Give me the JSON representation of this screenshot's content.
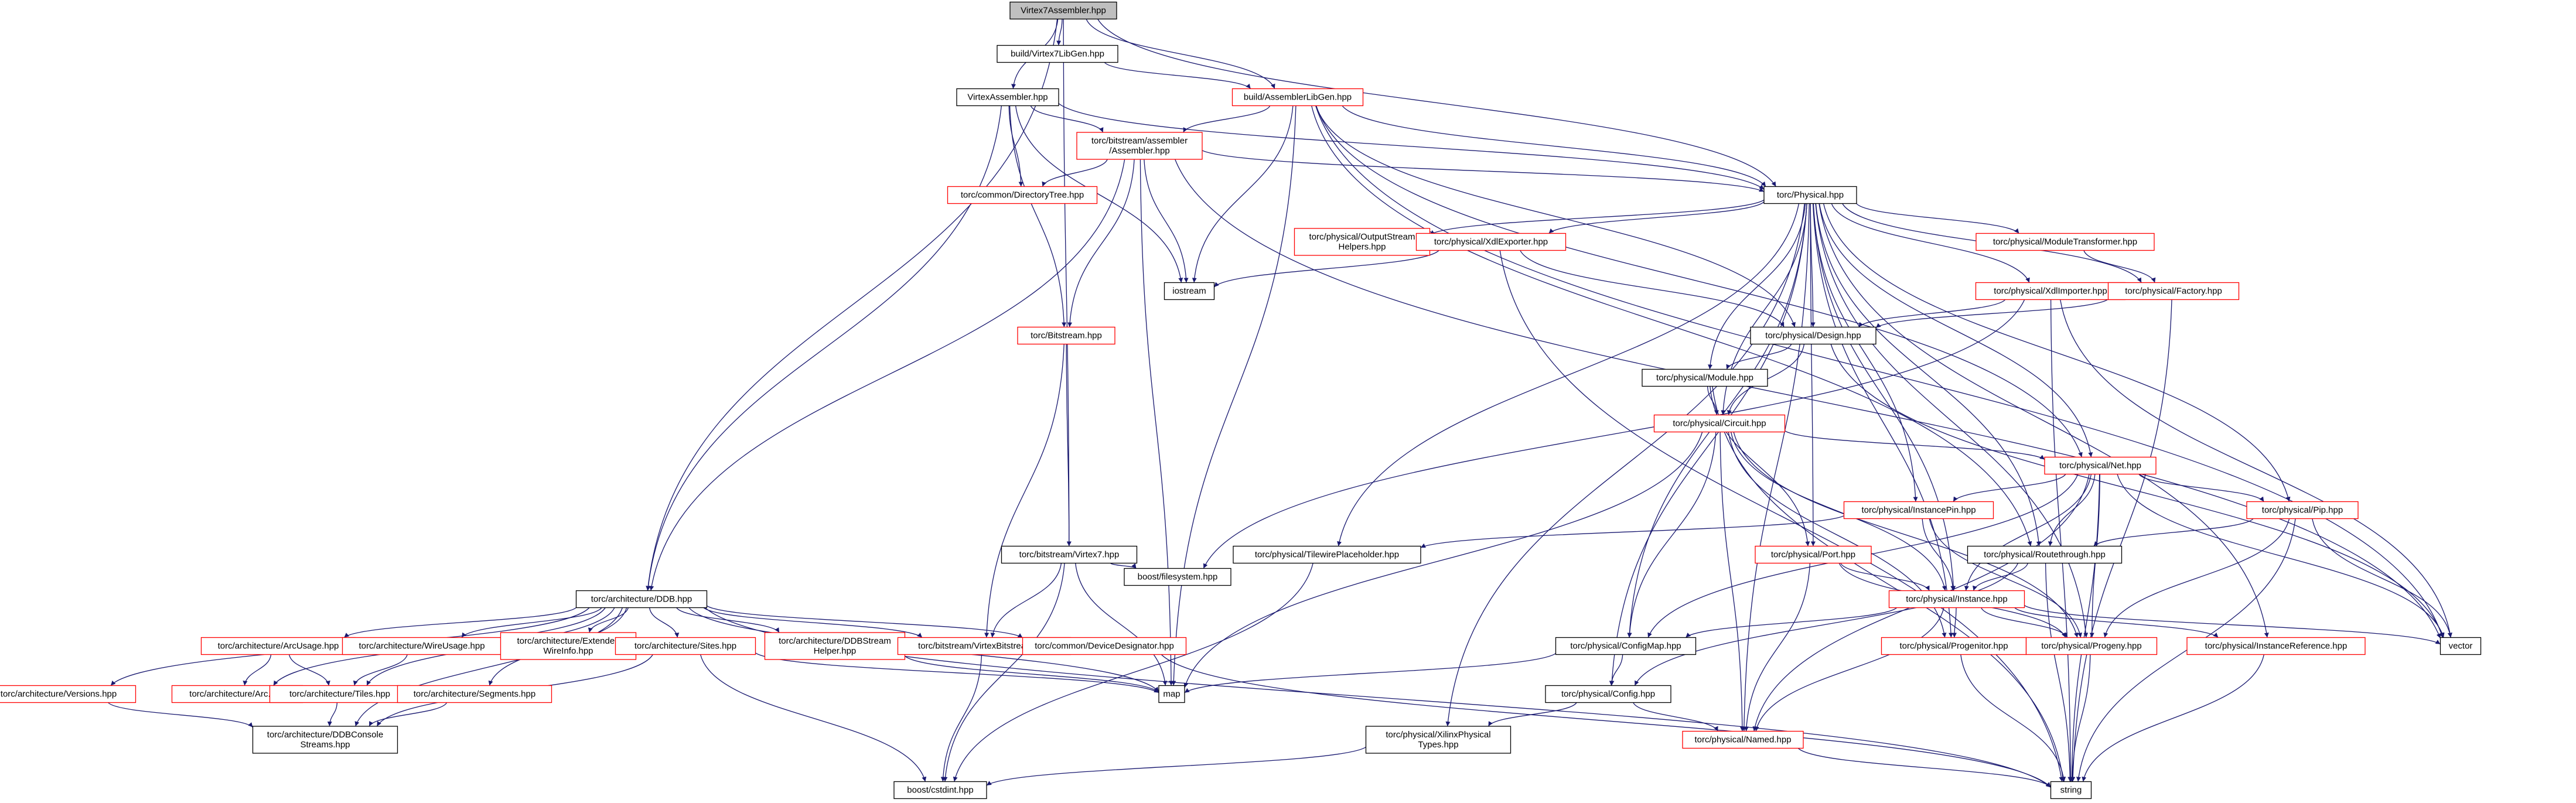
{
  "colors": {
    "edge": "#191970",
    "normal_border": "#000000",
    "missing_border": "#ff0000",
    "root_fill": "#bfbfbf",
    "node_fill": "#ffffff",
    "text": "#000000"
  },
  "nodes": {
    "root": {
      "label": [
        "Virtex7Assembler.hpp"
      ],
      "kind": "root"
    },
    "lib": {
      "label": [
        "build/Virtex7LibGen.hpp"
      ],
      "kind": "normal"
    },
    "alg": {
      "label": [
        "build/AssemblerLibGen.hpp"
      ],
      "kind": "missing"
    },
    "va": {
      "label": [
        "VirtexAssembler.hpp"
      ],
      "kind": "normal"
    },
    "asm": {
      "label": [
        "torc/bitstream/assembler",
        "/Assembler.hpp"
      ],
      "kind": "missing"
    },
    "dir": {
      "label": [
        "torc/common/DirectoryTree.hpp"
      ],
      "kind": "missing"
    },
    "ios": {
      "label": [
        "iostream"
      ],
      "kind": "normal"
    },
    "phy": {
      "label": [
        "torc/Physical.hpp"
      ],
      "kind": "normal"
    },
    "osh": {
      "label": [
        "torc/physical/OutputStream",
        "Helpers.hpp"
      ],
      "kind": "missing"
    },
    "xde": {
      "label": [
        "torc/physical/XdlExporter.hpp"
      ],
      "kind": "missing"
    },
    "mtr": {
      "label": [
        "torc/physical/ModuleTransformer.hpp"
      ],
      "kind": "missing"
    },
    "xdi": {
      "label": [
        "torc/physical/XdlImporter.hpp"
      ],
      "kind": "missing"
    },
    "fac": {
      "label": [
        "torc/physical/Factory.hpp"
      ],
      "kind": "missing"
    },
    "des": {
      "label": [
        "torc/physical/Design.hpp"
      ],
      "kind": "normal"
    },
    "bit": {
      "label": [
        "torc/Bitstream.hpp"
      ],
      "kind": "missing"
    },
    "mod": {
      "label": [
        "torc/physical/Module.hpp"
      ],
      "kind": "normal"
    },
    "cir": {
      "label": [
        "torc/physical/Circuit.hpp"
      ],
      "kind": "missing"
    },
    "net": {
      "label": [
        "torc/physical/Net.hpp"
      ],
      "kind": "missing"
    },
    "ipn": {
      "label": [
        "torc/physical/InstancePin.hpp"
      ],
      "kind": "missing"
    },
    "pip": {
      "label": [
        "torc/physical/Pip.hpp"
      ],
      "kind": "missing"
    },
    "tph": {
      "label": [
        "torc/physical/TilewirePlaceholder.hpp"
      ],
      "kind": "normal"
    },
    "bv7": {
      "label": [
        "torc/bitstream/Virtex7.hpp"
      ],
      "kind": "normal"
    },
    "bfs": {
      "label": [
        "boost/filesystem.hpp"
      ],
      "kind": "normal"
    },
    "prt": {
      "label": [
        "torc/physical/Port.hpp"
      ],
      "kind": "missing"
    },
    "rth": {
      "label": [
        "torc/physical/Routethrough.hpp"
      ],
      "kind": "normal"
    },
    "ddb": {
      "label": [
        "torc/architecture/DDB.hpp"
      ],
      "kind": "normal"
    },
    "ins": {
      "label": [
        "torc/physical/Instance.hpp"
      ],
      "kind": "missing"
    },
    "arc_u": {
      "label": [
        "torc/architecture/ArcUsage.hpp"
      ],
      "kind": "missing"
    },
    "wir_u": {
      "label": [
        "torc/architecture/WireUsage.hpp"
      ],
      "kind": "missing"
    },
    "ewi": {
      "label": [
        "torc/architecture/Extended",
        "WireInfo.hpp"
      ],
      "kind": "missing"
    },
    "sit": {
      "label": [
        "torc/architecture/Sites.hpp"
      ],
      "kind": "missing"
    },
    "dsh": {
      "label": [
        "torc/architecture/DDBStream",
        "Helper.hpp"
      ],
      "kind": "missing"
    },
    "vbs": {
      "label": [
        "torc/bitstream/VirtexBitstream.hpp"
      ],
      "kind": "missing"
    },
    "cdd": {
      "label": [
        "torc/common/DeviceDesignator.hpp"
      ],
      "kind": "missing"
    },
    "vec": {
      "label": [
        "vector"
      ],
      "kind": "normal"
    },
    "cfm": {
      "label": [
        "torc/physical/ConfigMap.hpp"
      ],
      "kind": "normal"
    },
    "prg": {
      "label": [
        "torc/physical/Progenitor.hpp"
      ],
      "kind": "missing"
    },
    "pgy": {
      "label": [
        "torc/physical/Progeny.hpp"
      ],
      "kind": "missing"
    },
    "iref": {
      "label": [
        "torc/physical/InstanceReference.hpp"
      ],
      "kind": "missing"
    },
    "ver": {
      "label": [
        "torc/architecture/Versions.hpp"
      ],
      "kind": "missing"
    },
    "arc": {
      "label": [
        "torc/architecture/Arc.hpp"
      ],
      "kind": "missing"
    },
    "til": {
      "label": [
        "torc/architecture/Tiles.hpp"
      ],
      "kind": "missing"
    },
    "seg": {
      "label": [
        "torc/architecture/Segments.hpp"
      ],
      "kind": "missing"
    },
    "map": {
      "label": [
        "map"
      ],
      "kind": "normal"
    },
    "cfg": {
      "label": [
        "torc/physical/Config.hpp"
      ],
      "kind": "normal"
    },
    "dcs": {
      "label": [
        "torc/architecture/DDBConsole",
        "Streams.hpp"
      ],
      "kind": "normal"
    },
    "xpt": {
      "label": [
        "torc/physical/XilinxPhysical",
        "Types.hpp"
      ],
      "kind": "normal"
    },
    "nam": {
      "label": [
        "torc/physical/Named.hpp"
      ],
      "kind": "missing"
    },
    "cst": {
      "label": [
        "boost/cstdint.hpp"
      ],
      "kind": "normal"
    },
    "str": {
      "label": [
        "string"
      ],
      "kind": "normal"
    }
  },
  "edges": [
    [
      "root",
      "lib"
    ],
    [
      "root",
      "alg"
    ],
    [
      "root",
      "va"
    ],
    [
      "root",
      "ddb"
    ],
    [
      "root",
      "bv7"
    ],
    [
      "root",
      "phy"
    ],
    [
      "lib",
      "alg"
    ],
    [
      "alg",
      "asm"
    ],
    [
      "alg",
      "ios"
    ],
    [
      "alg",
      "map"
    ],
    [
      "alg",
      "phy"
    ],
    [
      "alg",
      "des"
    ],
    [
      "alg",
      "net"
    ],
    [
      "alg",
      "rth"
    ],
    [
      "alg",
      "vec"
    ],
    [
      "va",
      "asm"
    ],
    [
      "va",
      "dir"
    ],
    [
      "va",
      "ios"
    ],
    [
      "va",
      "bit"
    ],
    [
      "va",
      "ddb"
    ],
    [
      "va",
      "phy"
    ],
    [
      "asm",
      "dir"
    ],
    [
      "asm",
      "ios"
    ],
    [
      "asm",
      "bit"
    ],
    [
      "asm",
      "ddb"
    ],
    [
      "asm",
      "map"
    ],
    [
      "asm",
      "phy"
    ],
    [
      "asm",
      "vec"
    ],
    [
      "phy",
      "osh"
    ],
    [
      "phy",
      "xde"
    ],
    [
      "phy",
      "mtr"
    ],
    [
      "phy",
      "xdi"
    ],
    [
      "phy",
      "fac"
    ],
    [
      "phy",
      "des"
    ],
    [
      "phy",
      "mod"
    ],
    [
      "phy",
      "cir"
    ],
    [
      "phy",
      "net"
    ],
    [
      "phy",
      "ipn"
    ],
    [
      "phy",
      "pip"
    ],
    [
      "phy",
      "tph"
    ],
    [
      "phy",
      "prt"
    ],
    [
      "phy",
      "rth"
    ],
    [
      "phy",
      "ins"
    ],
    [
      "phy",
      "cfm"
    ],
    [
      "phy",
      "prg"
    ],
    [
      "phy",
      "pgy"
    ],
    [
      "phy",
      "iref"
    ],
    [
      "phy",
      "cfg"
    ],
    [
      "phy",
      "xpt"
    ],
    [
      "phy",
      "nam"
    ],
    [
      "xde",
      "ios"
    ],
    [
      "xde",
      "des"
    ],
    [
      "xde",
      "str"
    ],
    [
      "mtr",
      "fac"
    ],
    [
      "xdi",
      "des"
    ],
    [
      "xdi",
      "bfs"
    ],
    [
      "xdi",
      "vec"
    ],
    [
      "xdi",
      "str"
    ],
    [
      "fac",
      "des"
    ],
    [
      "fac",
      "str"
    ],
    [
      "des",
      "mod"
    ],
    [
      "des",
      "cir"
    ],
    [
      "des",
      "vec"
    ],
    [
      "mod",
      "cir"
    ],
    [
      "mod",
      "prt"
    ],
    [
      "mod",
      "str"
    ],
    [
      "cir",
      "net"
    ],
    [
      "cir",
      "ins"
    ],
    [
      "cir",
      "map"
    ],
    [
      "cir",
      "cfm"
    ],
    [
      "cir",
      "pgy"
    ],
    [
      "cir",
      "prg"
    ],
    [
      "cir",
      "nam"
    ],
    [
      "net",
      "ipn"
    ],
    [
      "net",
      "pip"
    ],
    [
      "net",
      "rth"
    ],
    [
      "net",
      "ins"
    ],
    [
      "net",
      "cfm"
    ],
    [
      "net",
      "pgy"
    ],
    [
      "net",
      "nam"
    ],
    [
      "net",
      "str"
    ],
    [
      "net",
      "vec"
    ],
    [
      "ipn",
      "ins"
    ],
    [
      "ipn",
      "tph"
    ],
    [
      "ipn",
      "pgy"
    ],
    [
      "pip",
      "rth"
    ],
    [
      "pip",
      "pgy"
    ],
    [
      "pip",
      "vec"
    ],
    [
      "pip",
      "str"
    ],
    [
      "tph",
      "cst"
    ],
    [
      "bit",
      "bv7"
    ],
    [
      "bit",
      "vbs"
    ],
    [
      "bv7",
      "vbs"
    ],
    [
      "bv7",
      "bfs"
    ],
    [
      "bv7",
      "map"
    ],
    [
      "bv7",
      "cst"
    ],
    [
      "prt",
      "ins"
    ],
    [
      "prt",
      "nam"
    ],
    [
      "prt",
      "pgy"
    ],
    [
      "rth",
      "ins"
    ],
    [
      "rth",
      "cfg"
    ],
    [
      "rth",
      "str"
    ],
    [
      "ins",
      "cfm"
    ],
    [
      "ins",
      "prg"
    ],
    [
      "ins",
      "pgy"
    ],
    [
      "ins",
      "iref"
    ],
    [
      "ins",
      "nam"
    ],
    [
      "ins",
      "vec"
    ],
    [
      "ddb",
      "arc_u"
    ],
    [
      "ddb",
      "wir_u"
    ],
    [
      "ddb",
      "ewi"
    ],
    [
      "ddb",
      "sit"
    ],
    [
      "ddb",
      "dsh"
    ],
    [
      "ddb",
      "cdd"
    ],
    [
      "ddb",
      "ver"
    ],
    [
      "ddb",
      "arc"
    ],
    [
      "ddb",
      "til"
    ],
    [
      "ddb",
      "seg"
    ],
    [
      "ddb",
      "map"
    ],
    [
      "ddb",
      "dcs"
    ],
    [
      "ddb",
      "str"
    ],
    [
      "ddb",
      "vbs"
    ],
    [
      "arc_u",
      "til"
    ],
    [
      "arc_u",
      "arc"
    ],
    [
      "wir_u",
      "til"
    ],
    [
      "sit",
      "map"
    ],
    [
      "sit",
      "dcs"
    ],
    [
      "sit",
      "cst"
    ],
    [
      "dsh",
      "map"
    ],
    [
      "vbs",
      "cdd"
    ],
    [
      "vbs",
      "cst"
    ],
    [
      "cdd",
      "str"
    ],
    [
      "ver",
      "dcs"
    ],
    [
      "til",
      "dcs"
    ],
    [
      "seg",
      "dcs"
    ],
    [
      "cfm",
      "cfg"
    ],
    [
      "cfm",
      "map"
    ],
    [
      "prg",
      "str"
    ],
    [
      "pgy",
      "str"
    ],
    [
      "iref",
      "str"
    ],
    [
      "cfg",
      "nam"
    ],
    [
      "cfg",
      "xpt"
    ],
    [
      "xpt",
      "cst"
    ],
    [
      "nam",
      "str"
    ]
  ]
}
